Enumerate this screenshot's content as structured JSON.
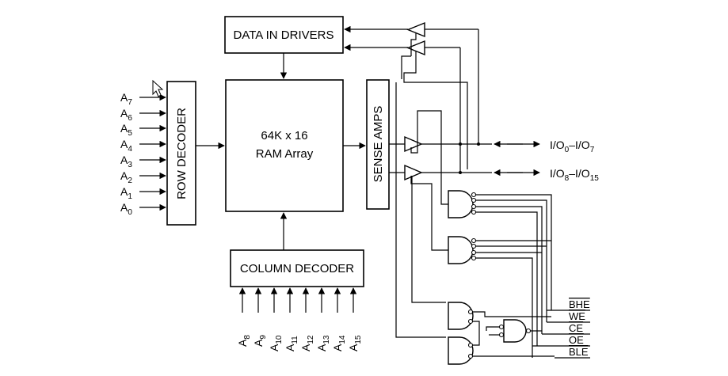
{
  "blocks": {
    "data_in_drivers": "DATA IN DRIVERS",
    "ram_line1": "64K x 16",
    "ram_line2": "RAM Array",
    "row_decoder": "ROW DECODER",
    "sense_amps": "SENSE AMPS",
    "column_decoder": "COLUMN DECODER"
  },
  "row_address_pins": [
    {
      "base": "A",
      "sub": "7"
    },
    {
      "base": "A",
      "sub": "6"
    },
    {
      "base": "A",
      "sub": "5"
    },
    {
      "base": "A",
      "sub": "4"
    },
    {
      "base": "A",
      "sub": "3"
    },
    {
      "base": "A",
      "sub": "2"
    },
    {
      "base": "A",
      "sub": "1"
    },
    {
      "base": "A",
      "sub": "0"
    }
  ],
  "column_address_pins": [
    {
      "base": "A",
      "sub": "8"
    },
    {
      "base": "A",
      "sub": "9"
    },
    {
      "base": "A",
      "sub": "10"
    },
    {
      "base": "A",
      "sub": "11"
    },
    {
      "base": "A",
      "sub": "12"
    },
    {
      "base": "A",
      "sub": "13"
    },
    {
      "base": "A",
      "sub": "14"
    },
    {
      "base": "A",
      "sub": "15"
    }
  ],
  "io_buses": {
    "low": {
      "a": "I/O",
      "a_sub": "0",
      "dash": "–I/O",
      "b_sub": "7"
    },
    "high": {
      "a": "I/O",
      "a_sub": "8",
      "dash": "–I/O",
      "b_sub": "15"
    }
  },
  "control_signals": [
    "BHE",
    "WE",
    "CE",
    "OE",
    "BLE"
  ]
}
